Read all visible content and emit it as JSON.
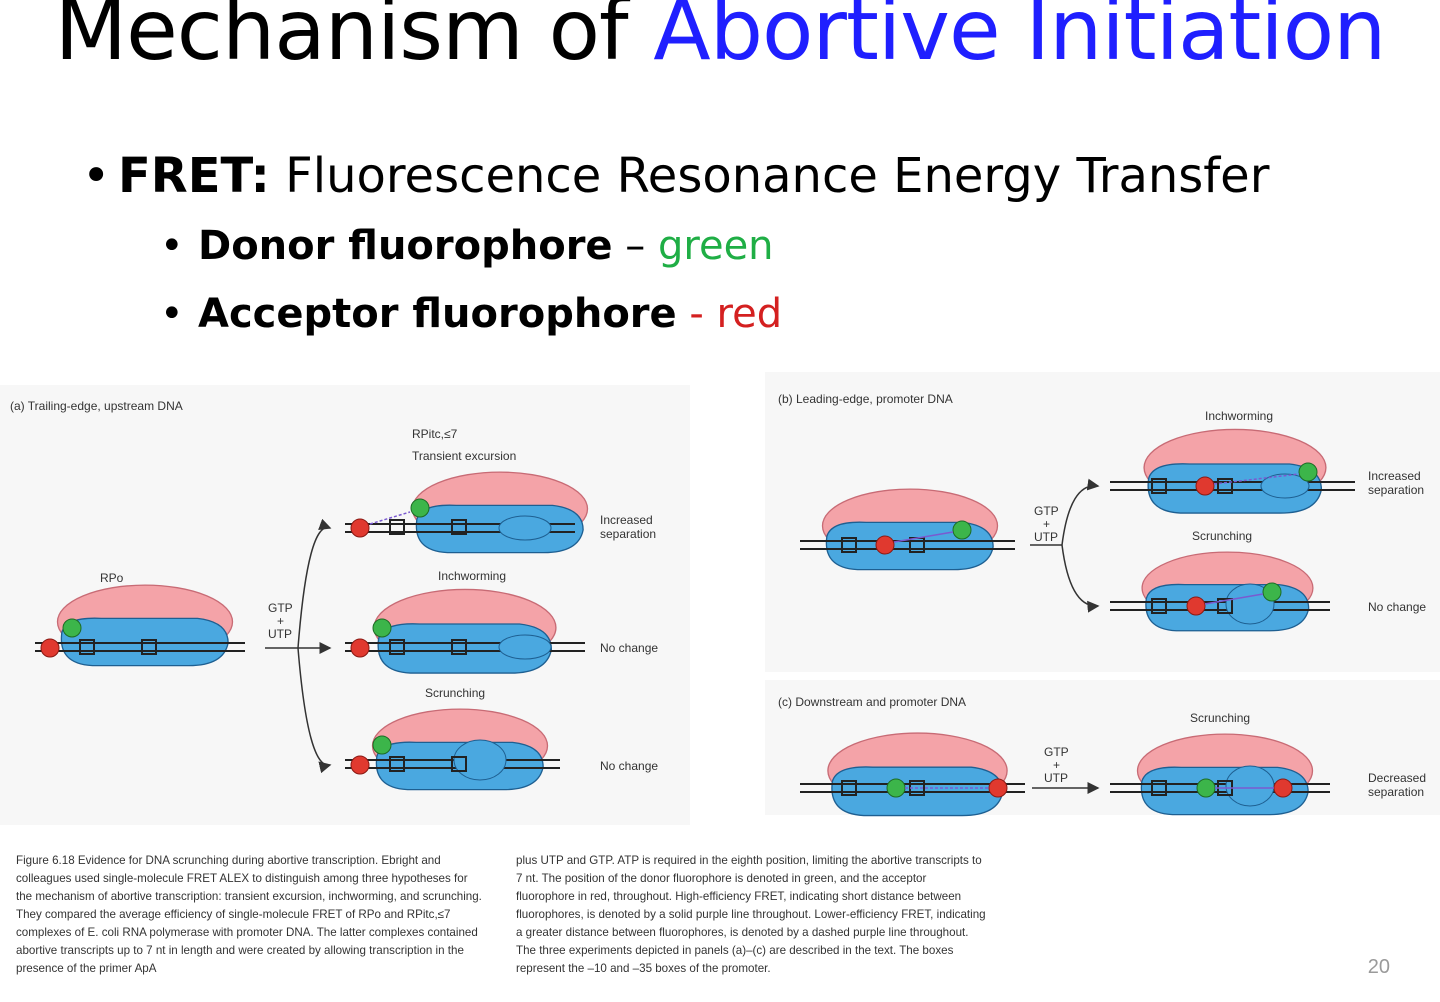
{
  "slide": {
    "title_prefix": "Mechanism of",
    "title_highlight": "Abortive Initiation",
    "bullet1_bold": "FRET:",
    "bullet1_rest": " Fluorescence Resonance Energy Transfer",
    "bullet2_bold": "Donor fluorophore",
    "bullet2_sep": " – ",
    "bullet2_color": "green",
    "bullet3_bold": "Acceptor fluorophore",
    "bullet3_sep": " - ",
    "bullet3_color": "red",
    "slide_number": "20"
  },
  "figure": {
    "panel_a": {
      "title": "(a) Trailing-edge, upstream DNA",
      "start_label": "RPo",
      "reagent_top": "GTP",
      "reagent_plus": "+",
      "reagent_bottom": "UTP",
      "state_top_label": "RPitc,≤7",
      "state_top_sub": "Transient excursion",
      "state_mid_label": "Inchworming",
      "state_bot_label": "Scrunching",
      "result_top_1": "Increased",
      "result_top_2": "separation",
      "result_mid": "No change",
      "result_bot": "No change"
    },
    "panel_b": {
      "title": "(b) Leading-edge, promoter DNA",
      "reagent_top": "GTP",
      "reagent_plus": "+",
      "reagent_bottom": "UTP",
      "state_top_label": "Inchworming",
      "state_bot_label": "Scrunching",
      "result_top_1": "Increased",
      "result_top_2": "separation",
      "result_bot": "No change"
    },
    "panel_c": {
      "title": "(c) Downstream and promoter DNA",
      "reagent_top": "GTP",
      "reagent_plus": "+",
      "reagent_bottom": "UTP",
      "state_label": "Scrunching",
      "result_1": "Decreased",
      "result_2": "separation"
    },
    "caption_left": "Figure 6.18  Evidence for DNA scrunching during abortive transcription.  Ebright and colleagues used single-molecule FRET ALEX to distinguish among three hypotheses for the mechanism of abortive transcription: transient excursion, inchworming, and scrunching. They compared the average efficiency of single-molecule FRET of RPo and RPitc,≤7 complexes of E. coli RNA polymerase with promoter DNA. The latter complexes contained abortive transcripts up to 7 nt in length and were created by allowing transcription in the presence of the primer ApA",
    "caption_right": "plus UTP and GTP. ATP is required in the eighth position, limiting the abortive transcripts to 7 nt. The position of the donor fluorophore is denoted in green, and the acceptor fluorophore in red, throughout. High-efficiency FRET, indicating short distance between fluorophores, is denoted by a solid purple line throughout. Lower-efficiency FRET, indicating a greater distance between fluorophores, is denoted by a dashed purple line throughout. The three experiments depicted in panels (a)–(c) are described in the text. The boxes represent the –10 and –35 boxes of the promoter."
  },
  "colors": {
    "title_highlight": "#1f1fff",
    "donor": "#1fae45",
    "acceptor": "#d42020",
    "polymerase_outer": "#f4a3a8",
    "polymerase_inner": "#4aa8e0"
  }
}
